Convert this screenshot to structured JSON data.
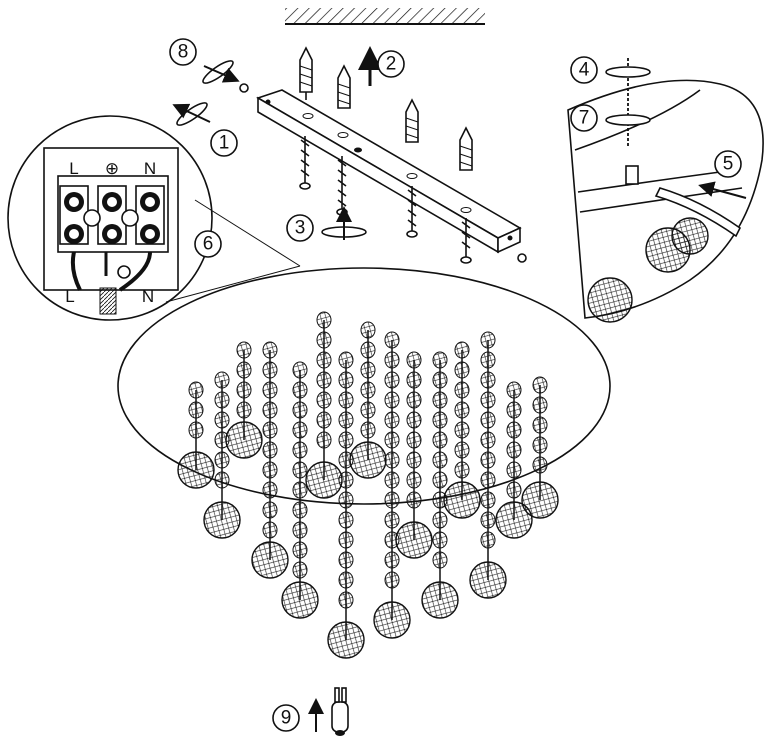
{
  "steps": [
    {
      "id": "1",
      "label": "①"
    },
    {
      "id": "2",
      "label": "②"
    },
    {
      "id": "3",
      "label": "③"
    },
    {
      "id": "4",
      "label": "④"
    },
    {
      "id": "5",
      "label": "⑤"
    },
    {
      "id": "6",
      "label": "⑥"
    },
    {
      "id": "7",
      "label": "⑦"
    },
    {
      "id": "8",
      "label": "⑧"
    },
    {
      "id": "9",
      "label": "⑨"
    }
  ],
  "terminal_block": {
    "top_labels": {
      "live": "L",
      "earth": "⊕",
      "neutral": "N"
    },
    "wire_labels": {
      "live": "L",
      "neutral": "N"
    }
  },
  "icons": [
    "ceiling-hatch-icon",
    "mounting-bracket-icon",
    "wall-plug-icon",
    "screw-icon",
    "rotate-arrow-icon",
    "crystal-drop-icon",
    "g9-bulb-icon",
    "terminal-block-icon"
  ]
}
